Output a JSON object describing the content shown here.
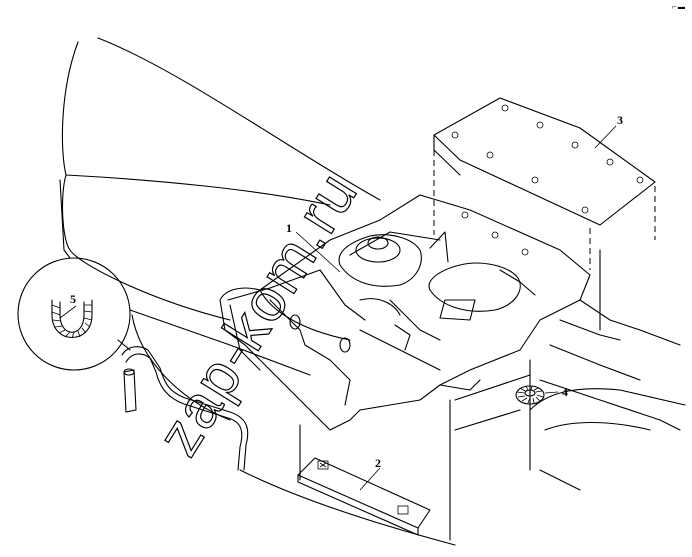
{
  "diagram": {
    "callouts": [
      {
        "id": "callout-1",
        "label": "1"
      },
      {
        "id": "callout-2",
        "label": "2"
      },
      {
        "id": "callout-3",
        "label": "3"
      },
      {
        "id": "callout-4",
        "label": "4"
      },
      {
        "id": "callout-5",
        "label": "5"
      }
    ],
    "watermark": "zap-kom.ru",
    "corner_mark": "⌐ ▬"
  }
}
